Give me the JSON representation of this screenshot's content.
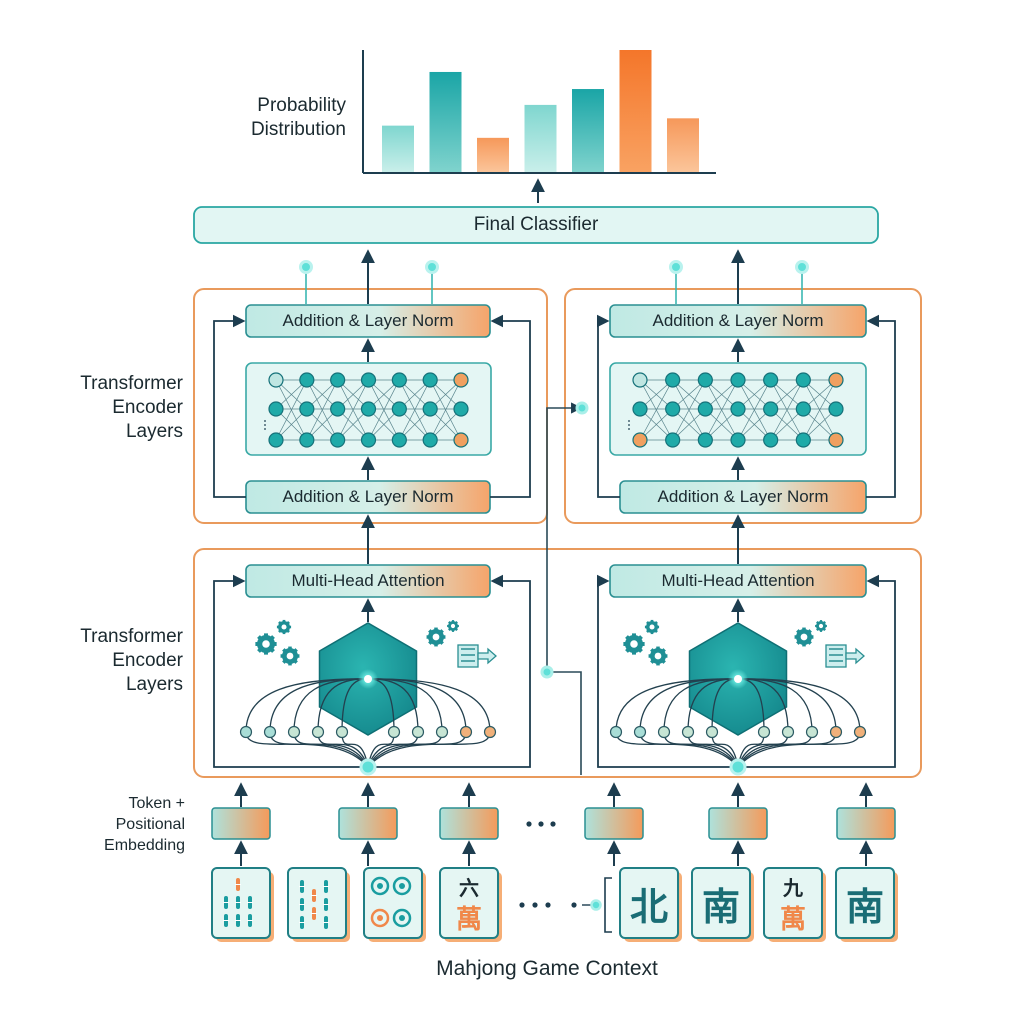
{
  "prob_title": [
    "Probability",
    "Distribution"
  ],
  "final_classifier": "Final Classifier",
  "encoder_label_1": [
    "Transformer",
    "Encoder",
    "Layers"
  ],
  "encoder_label_2": [
    "Transformer",
    "Encoder",
    "Layers"
  ],
  "embedding_label": [
    "Token +",
    "Positional",
    "Embedding"
  ],
  "add_norm": "Addition & Layer Norm",
  "mha": "Multi-Head Attention",
  "ellipsis": "•••",
  "game_context": "Mahjong Game Context",
  "tiles": {
    "t4_top": "六",
    "t4_bottom": "萬",
    "t5": "北",
    "t6": "南",
    "t7_top": "九",
    "t7_bottom": "萬",
    "t8": "南"
  },
  "colors": {
    "teal": "#1fa8a8",
    "teal_dark": "#16727a",
    "teal_light": "#dff5f3",
    "orange": "#f58a3c",
    "orange_light": "#fbb27a",
    "navy": "#1d3d4f",
    "frame_orange": "#e99a5c"
  },
  "bars": [
    {
      "value": 0.38,
      "color": "teal_light"
    },
    {
      "value": 0.82,
      "color": "teal"
    },
    {
      "value": 0.28,
      "color": "orange_light"
    },
    {
      "value": 0.55,
      "color": "teal_light"
    },
    {
      "value": 0.68,
      "color": "teal"
    },
    {
      "value": 1.0,
      "color": "orange"
    },
    {
      "value": 0.44,
      "color": "orange_light"
    }
  ]
}
